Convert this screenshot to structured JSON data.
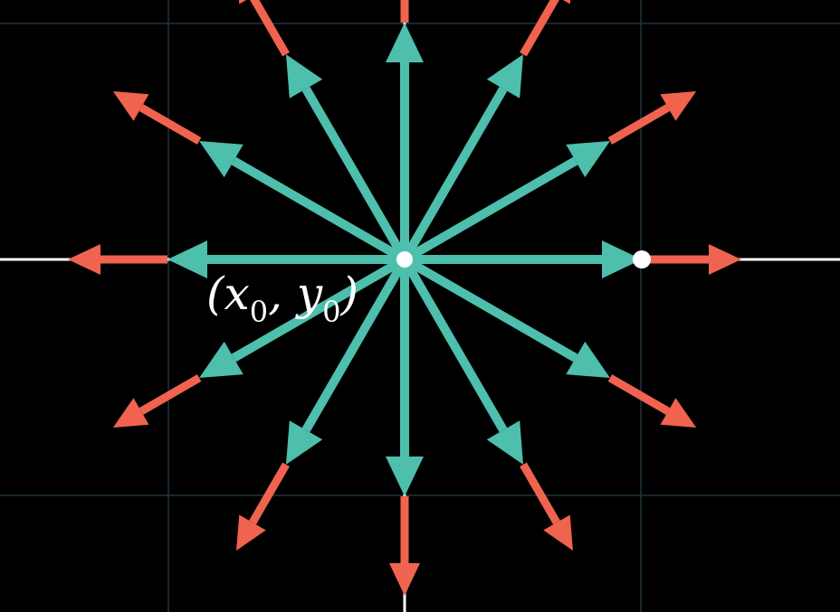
{
  "scene": {
    "background": "#000000",
    "grid_color": "#1f3440",
    "axis_color": "#ffffff",
    "teal_color": "#4dbfac",
    "red_color": "#f0634f"
  },
  "point_label": {
    "open": "(",
    "x": "x",
    "x_sub": "0",
    "comma": ", ",
    "y": "y",
    "y_sub": "0",
    "close": ")"
  },
  "vector_field": {
    "directions_deg": [
      0,
      30,
      60,
      90,
      120,
      150,
      180,
      210,
      240,
      270,
      300,
      330
    ],
    "marker_on_ray_deg": 0
  }
}
